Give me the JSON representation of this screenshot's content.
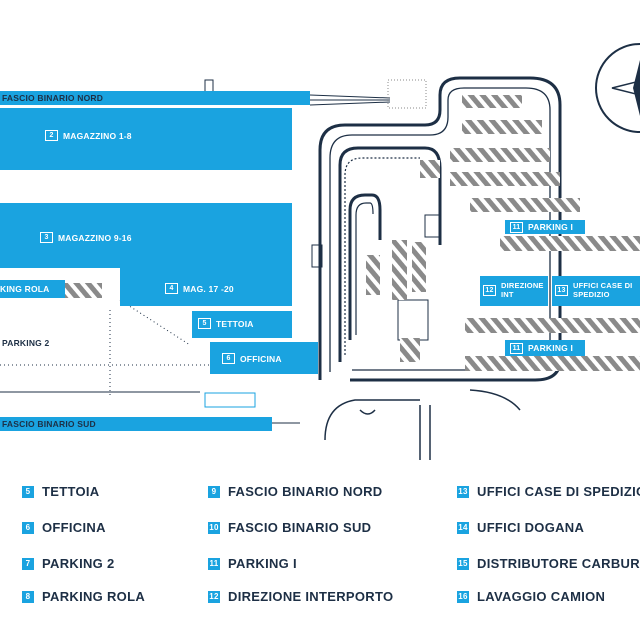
{
  "map": {
    "labels": {
      "fascio_nord": "FASCIO BINARIO NORD",
      "fascio_sud": "FASCIO BINARIO SUD",
      "magazzino_1_8": {
        "num": "2",
        "text": "MAGAZZINO 1-8"
      },
      "magazzino_9_16": {
        "num": "3",
        "text": "MAGAZZINO 9-16"
      },
      "mag_17_20": {
        "num": "4",
        "text": "MAG. 17 -20"
      },
      "tettoia": {
        "num": "5",
        "text": "TETTOIA"
      },
      "officina": {
        "num": "6",
        "text": "OFFICINA"
      },
      "parking_rola": "KING ROLA",
      "parking_2": "PARKING 2",
      "parking_1_top": {
        "num": "11",
        "text": "PARKING I"
      },
      "parking_1_bottom": {
        "num": "11",
        "text": "PARKING I"
      },
      "direzione": {
        "num": "12",
        "text": "DIREZIONE INT"
      },
      "uffici": {
        "num": "13",
        "text": "UFFICI CASE DI SPEDIZIO"
      }
    }
  },
  "legend": [
    {
      "num": "5",
      "label": "TETTOIA"
    },
    {
      "num": "6",
      "label": "OFFICINA"
    },
    {
      "num": "7",
      "label": "PARKING 2"
    },
    {
      "num": "8",
      "label": "PARKING ROLA"
    },
    {
      "num": "9",
      "label": "FASCIO BINARIO NORD"
    },
    {
      "num": "10",
      "label": "FASCIO BINARIO SUD"
    },
    {
      "num": "11",
      "label": "PARKING I"
    },
    {
      "num": "12",
      "label": "DIREZIONE INTERPORTO"
    },
    {
      "num": "13",
      "label": "UFFICI CASE DI SPEDIZIO"
    },
    {
      "num": "14",
      "label": "UFFICI DOGANA"
    },
    {
      "num": "15",
      "label": "DISTRIBUTORE CARBURA"
    },
    {
      "num": "16",
      "label": "LAVAGGIO CAMION"
    }
  ],
  "colors": {
    "accent": "#1aa3e0",
    "text": "#1d2f45",
    "road": "#1d2f45",
    "hatch": "#8a8a8a"
  }
}
